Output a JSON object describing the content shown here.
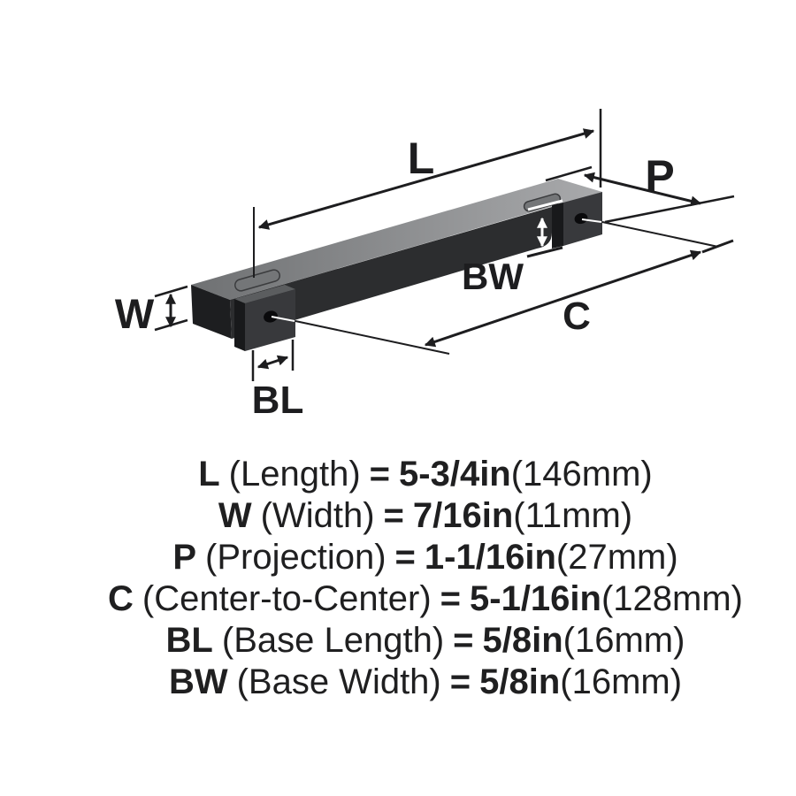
{
  "diagram": {
    "dimension_labels": {
      "length": "L",
      "width": "W",
      "projection": "P",
      "center_to_center": "C",
      "base_length": "BL",
      "base_width": "BW"
    }
  },
  "specs": [
    {
      "code": "L",
      "name": "(Length)",
      "eq": "=",
      "value": "5-3/4in",
      "metric": "(146mm)"
    },
    {
      "code": "W",
      "name": "(Width)",
      "eq": "=",
      "value": "7/16in",
      "metric": "(11mm)"
    },
    {
      "code": "P",
      "name": "(Projection)",
      "eq": "=",
      "value": "1-1/16in",
      "metric": "(27mm)"
    },
    {
      "code": "C",
      "name": "(Center-to-Center)",
      "eq": "=",
      "value": "5-1/16in",
      "metric": "(128mm)"
    },
    {
      "code": "BL",
      "name": "(Base Length)",
      "eq": "=",
      "value": "5/8in",
      "metric": "(16mm)"
    },
    {
      "code": "BW",
      "name": "(Base Width)",
      "eq": "=",
      "value": "5/8in",
      "metric": "(16mm)"
    }
  ],
  "colors": {
    "background": "#ffffff",
    "line": "#1d1d1f",
    "text": "#1f1f20",
    "handle_front": "#2c2d2f",
    "handle_top_light": "#a9aaac",
    "handle_top_dark": "#6f7173",
    "foot_front": "#38393c",
    "hole": "#0a0a0c"
  }
}
